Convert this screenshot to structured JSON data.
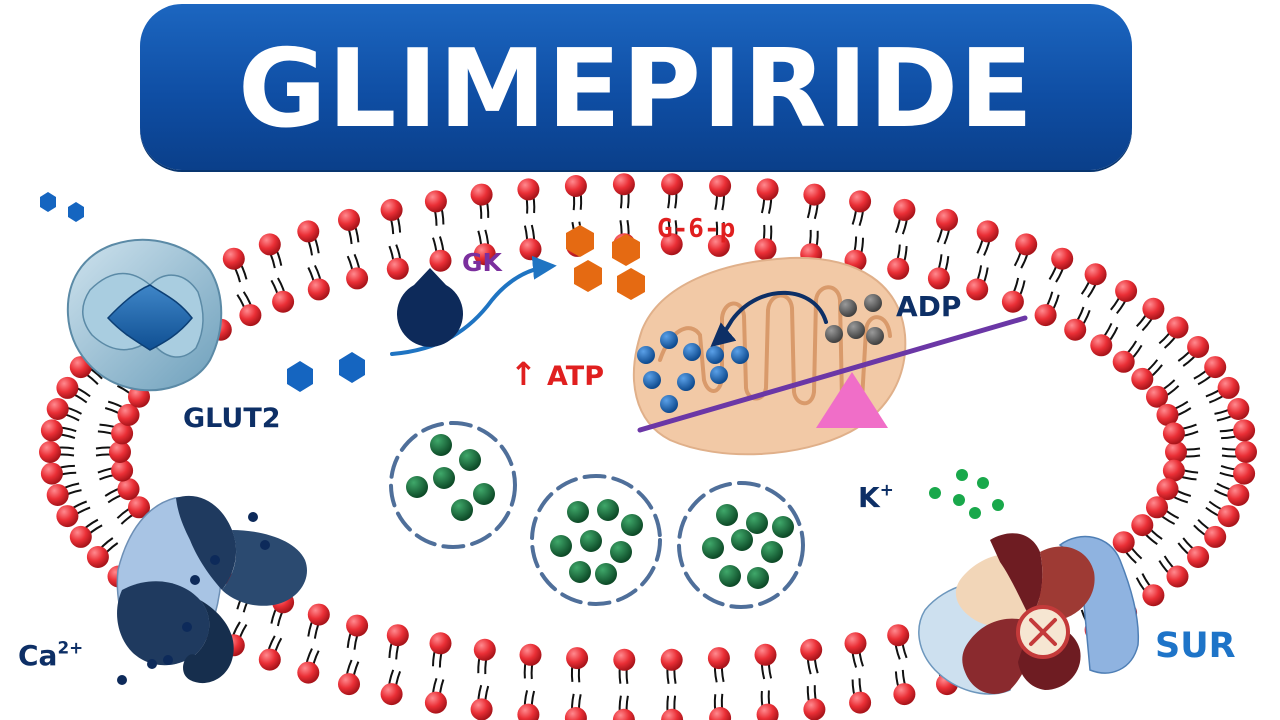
{
  "title": "GLIMEPIRIDE",
  "labels": {
    "glut2": "GLUT2",
    "gk": "GK",
    "g6p": "G-6-p",
    "atp_arrow": "↑",
    "atp": "ATP",
    "adp": "ADP",
    "k_base": "K",
    "k_sup": "+",
    "ca_base": "Ca",
    "ca_sup": "2+",
    "sur": "SUR"
  },
  "icons": {
    "glucose": "hexagon",
    "g6p": "hexagon",
    "glucokinase": "pac-man-enzyme",
    "mitochondrion": "mitochondrion",
    "seesaw": "balance-beam",
    "glut2_transporter": "membrane-channel",
    "calcium_channel": "membrane-channel",
    "katp_channel": "membrane-channel",
    "blocked": "x-mark",
    "insulin_vesicle": "vesicle"
  },
  "colors": {
    "banner": "#1560b8",
    "membrane_head": "#ea2f36",
    "membrane_tail": "#111111",
    "glucose": "#1565c0",
    "g6p": "#e56a12",
    "gk_label": "#7b2f9e",
    "atp_label": "#e01f1f",
    "g6p_label": "#e01f1f",
    "adp_label": "#0d2f66",
    "glut2_label": "#0d2f66",
    "k_label": "#0d2f66",
    "ca_label": "#0d2f66",
    "sur_label": "#1e74c8",
    "insulin": "#15663a",
    "potassium": "#19a84b",
    "calcium": "#0d2a5a",
    "adp_dots": "#5f5f5f",
    "atp_dots": "#1e62b0",
    "mitochondrion": "#f2c9a6",
    "beam": "#6b37a6",
    "fulcrum": "#f06ec8"
  }
}
